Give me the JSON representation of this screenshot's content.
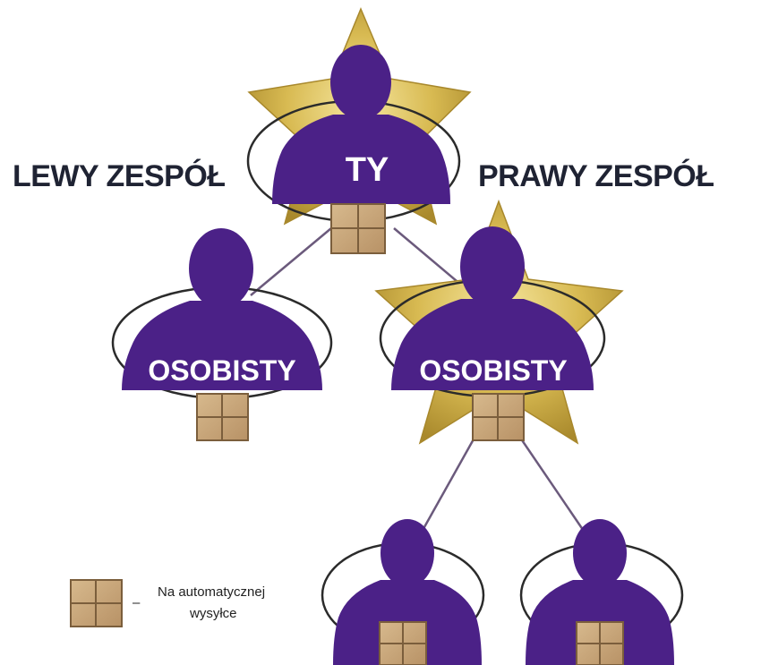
{
  "diagram": {
    "left_team_label": "LEWY ZESPÓŁ",
    "right_team_label": "PRAWY ZESPÓŁ",
    "nodes": [
      {
        "id": "you",
        "label": "TY",
        "star": true,
        "box": true
      },
      {
        "id": "left-personal",
        "label": "OSOBISTY",
        "star": false,
        "box": true
      },
      {
        "id": "right-personal",
        "label": "OSOBISTY",
        "star": true,
        "box": true
      },
      {
        "id": "bottom-left",
        "label": "",
        "star": false,
        "box": true
      },
      {
        "id": "bottom-right",
        "label": "",
        "star": false,
        "box": true
      }
    ],
    "connections": [
      [
        "you",
        "left-personal"
      ],
      [
        "you",
        "right-personal"
      ],
      [
        "right-personal",
        "bottom-left"
      ],
      [
        "right-personal",
        "bottom-right"
      ]
    ]
  },
  "legend": {
    "dash": "–",
    "line1": "Na automatycznej",
    "line2": "wysyłce"
  },
  "colors": {
    "person": "#4b2187",
    "star": "#d3b548",
    "star_edge": "#a8882c",
    "box": "#c8a77a",
    "box_line": "#7b5e3c",
    "ring": "#2b2b2b",
    "line": "#6b5a7c"
  }
}
